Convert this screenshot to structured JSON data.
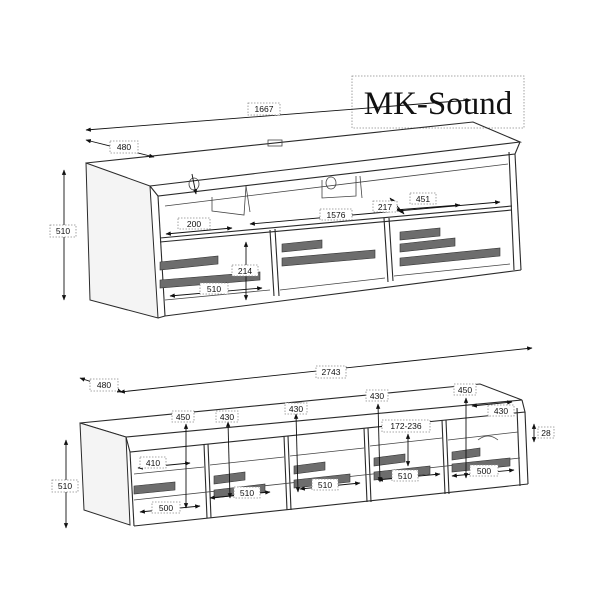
{
  "brand": {
    "name": "MK-Sound"
  },
  "top_view": {
    "dimensions": {
      "total_width": "1667",
      "depth": "480",
      "height": "510",
      "left_shelf": "200",
      "inner_width": "1576",
      "compartment_depth": "217",
      "compartment_width": "451",
      "drawer_height": "214",
      "drawer_width": "510"
    }
  },
  "bottom_view": {
    "dimensions": {
      "total_width": "2743",
      "depth": "480",
      "height": "510",
      "compartment_height_1": "450",
      "compartment_height_2": "430",
      "compartment_height_3": "430",
      "compartment_height_4": "430",
      "compartment_height_5": "450",
      "shelf_height_right": "430",
      "adjustable_range": "172-236",
      "side_thickness": "28",
      "left_shelf": "410",
      "drawer_width_1": "510",
      "drawer_width_2": "510",
      "drawer_width_3": "510",
      "bottom_depth_left": "500",
      "bottom_depth_right": "500"
    }
  }
}
